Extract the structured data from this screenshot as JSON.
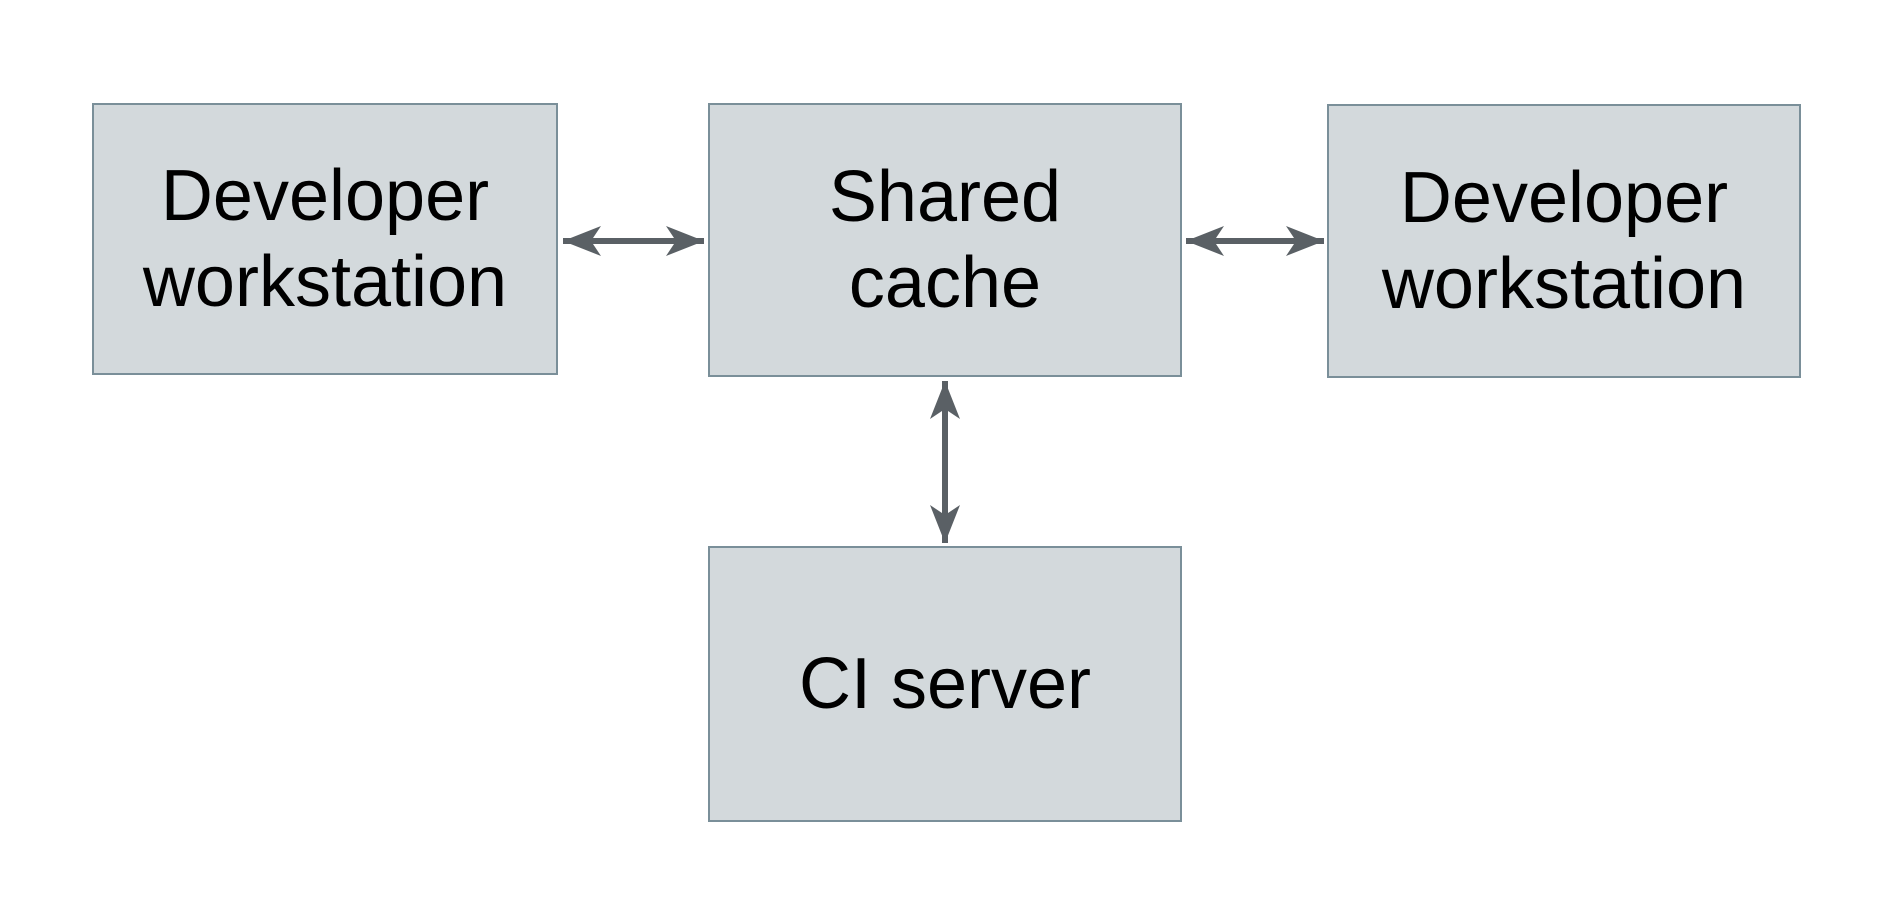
{
  "diagram": {
    "type": "architecture-diagram",
    "background": "#ffffff",
    "colors": {
      "node_fill": "#d3d9dc",
      "node_border": "#7a8f99",
      "arrow": "#5a6065",
      "text": "#000000"
    },
    "nodes": [
      {
        "id": "developer-workstation-left",
        "label": "Developer workstation",
        "lines": [
          "Developer",
          "workstation"
        ]
      },
      {
        "id": "shared-cache",
        "label": "Shared cache",
        "lines": [
          "Shared",
          "cache"
        ]
      },
      {
        "id": "developer-workstation-right",
        "label": "Developer workstation",
        "lines": [
          "Developer",
          "workstation"
        ]
      },
      {
        "id": "ci-server",
        "label": "CI server",
        "lines": [
          "CI server"
        ]
      }
    ],
    "edges": [
      {
        "from": "developer-workstation-left",
        "to": "shared-cache",
        "direction": "bidirectional"
      },
      {
        "from": "shared-cache",
        "to": "developer-workstation-right",
        "direction": "bidirectional"
      },
      {
        "from": "shared-cache",
        "to": "ci-server",
        "direction": "bidirectional"
      }
    ]
  }
}
